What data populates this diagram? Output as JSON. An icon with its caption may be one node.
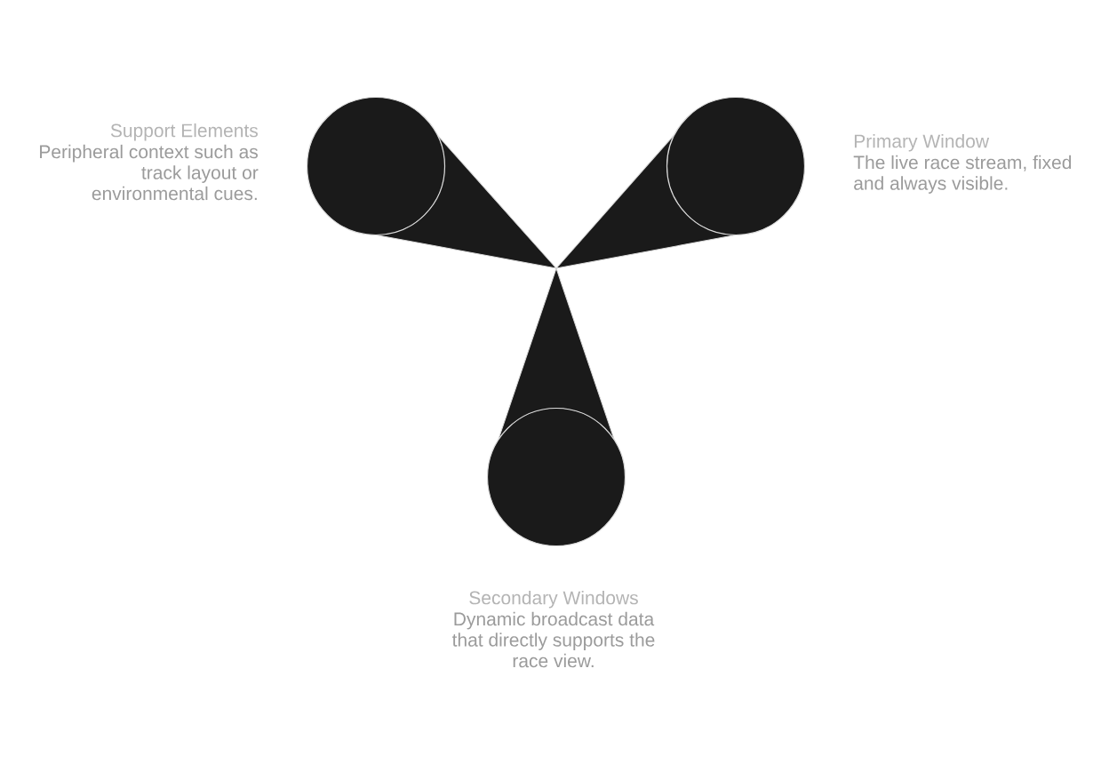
{
  "diagram": {
    "nodes": [
      {
        "text": [],
        "shape": "circle",
        "beside": [
          "Support Elements",
          "Peripheral context such as track layout or environmental cues."
        ]
      },
      {
        "text": [],
        "shape": "circle",
        "beside": [
          "Primary Window",
          "The live race stream, fixed and always visible."
        ]
      },
      {
        "text": [],
        "shape": "circle",
        "beside": [
          "Secondary Windows",
          "Dynamic broadcast data that directly supports the race view."
        ]
      },
      {
        "text": [],
        "shape": "cone"
      },
      {
        "text": [],
        "shape": "cone"
      },
      {
        "text": [],
        "shape": "cone"
      }
    ]
  }
}
